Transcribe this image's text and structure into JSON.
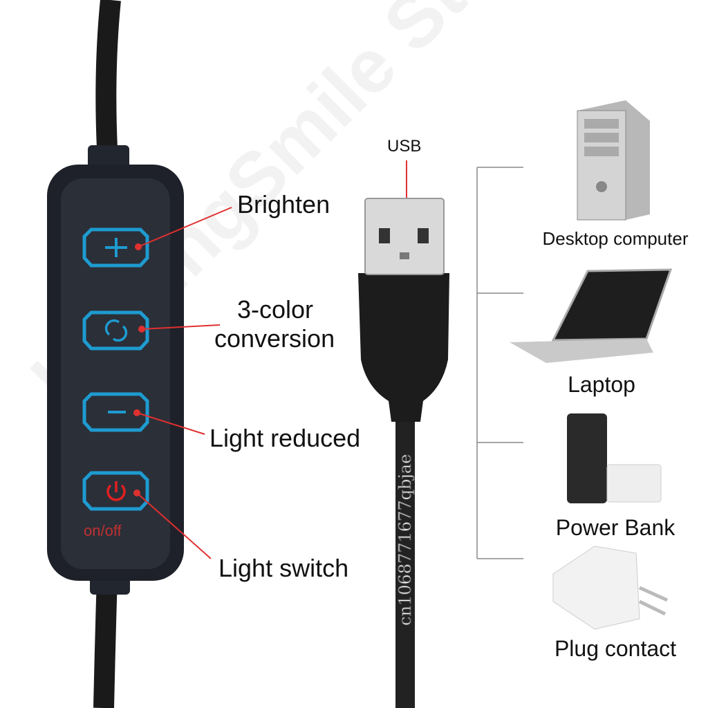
{
  "controller": {
    "buttons": [
      {
        "icon": "plus-icon",
        "label": "Brighten"
      },
      {
        "icon": "cycle-icon",
        "label_line1": "3-color",
        "label_line2": "conversion"
      },
      {
        "icon": "minus-icon",
        "label": "Light reduced"
      },
      {
        "icon": "power-icon",
        "label": "Light switch"
      }
    ],
    "onoff_text": "on/off"
  },
  "usb": {
    "label": "USB",
    "vertical_watermark": "cn1068771677qbjae"
  },
  "devices": [
    {
      "name": "Desktop computer"
    },
    {
      "name": "Laptop"
    },
    {
      "name": "Power Bank"
    },
    {
      "name": "Plug contact"
    }
  ],
  "watermark": "KissingSmile Store",
  "colors": {
    "button_outline": "#1e9bd0",
    "pointer": "#e03030",
    "power": "#e02020",
    "body": "#262a33"
  }
}
